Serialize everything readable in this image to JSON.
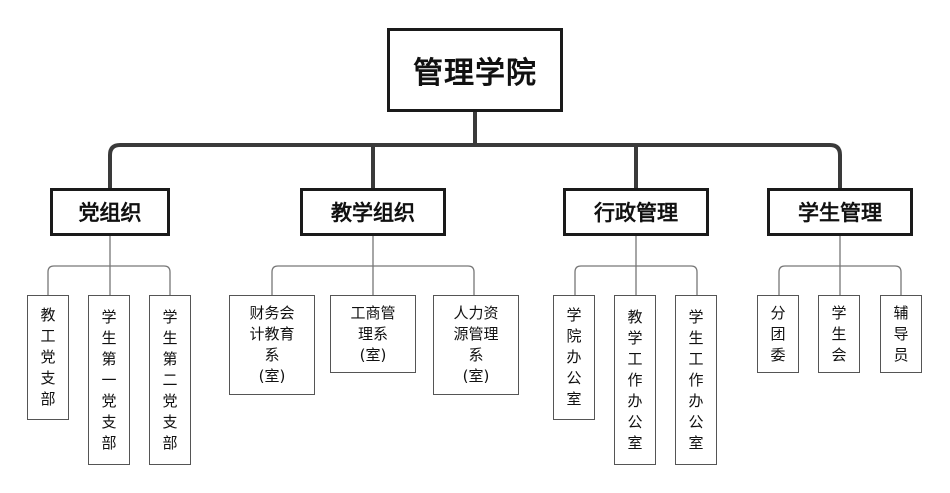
{
  "root": {
    "label": "管理学院"
  },
  "groups": [
    {
      "label": "党组织",
      "children": [
        {
          "label": "教工党支部"
        },
        {
          "label": "学生第一党支部"
        },
        {
          "label": "学生第二党支部"
        }
      ]
    },
    {
      "label": "教学组织",
      "children": [
        {
          "label": "财务会\n计教育\n系\n(室)"
        },
        {
          "label": "工商管\n理系\n(室)"
        },
        {
          "label": "人力资\n源管理\n系\n(室)"
        }
      ]
    },
    {
      "label": "行政管理",
      "children": [
        {
          "label": "学院办公室"
        },
        {
          "label": "教学工作办公室"
        },
        {
          "label": "学生工作办公室"
        }
      ]
    },
    {
      "label": "学生管理",
      "children": [
        {
          "label": "分团委"
        },
        {
          "label": "学生会"
        },
        {
          "label": "辅导员"
        }
      ]
    }
  ]
}
